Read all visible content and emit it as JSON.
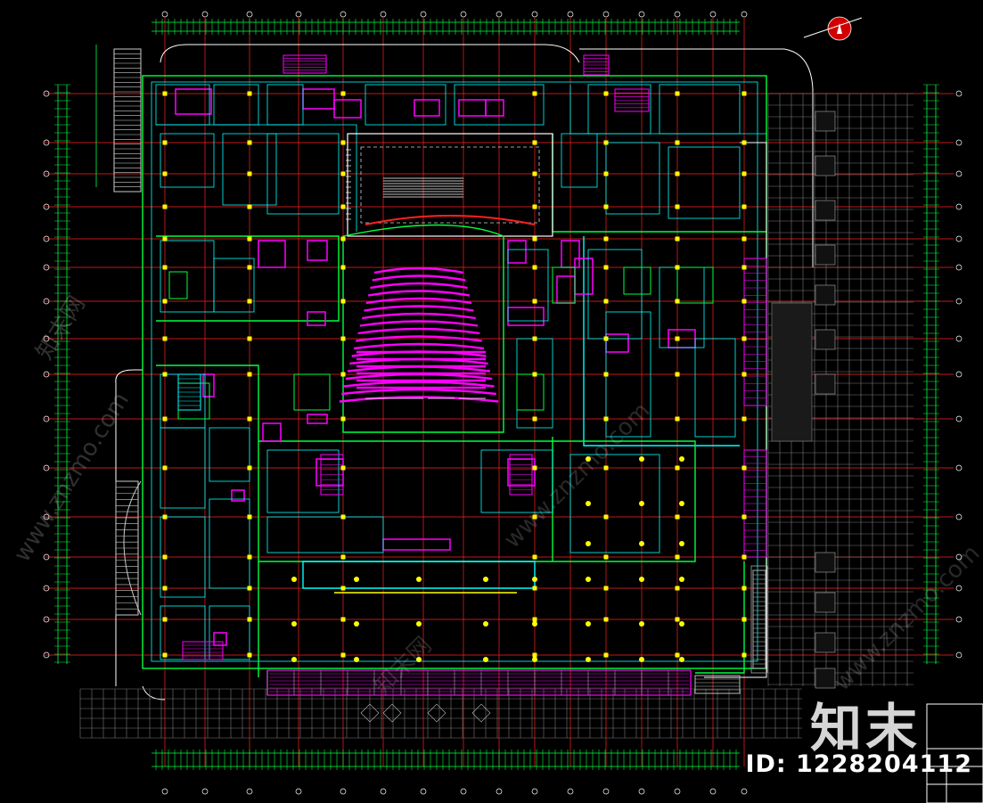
{
  "watermark": {
    "logo_text": "知末",
    "id_text": "ID: 1228204112",
    "site_text": "www.znzmo.com",
    "brand_text": "知末网"
  },
  "colors": {
    "background": "#000000",
    "axis_red": "#ff2020",
    "wall_green": "#00ff40",
    "wall_cyan": "#00ffff",
    "seating_magenta": "#ff00ff",
    "white": "#ffffff",
    "grey": "#8a8a8a"
  },
  "icons": [
    "north-arrow-icon",
    "axis-bubble-icon"
  ]
}
